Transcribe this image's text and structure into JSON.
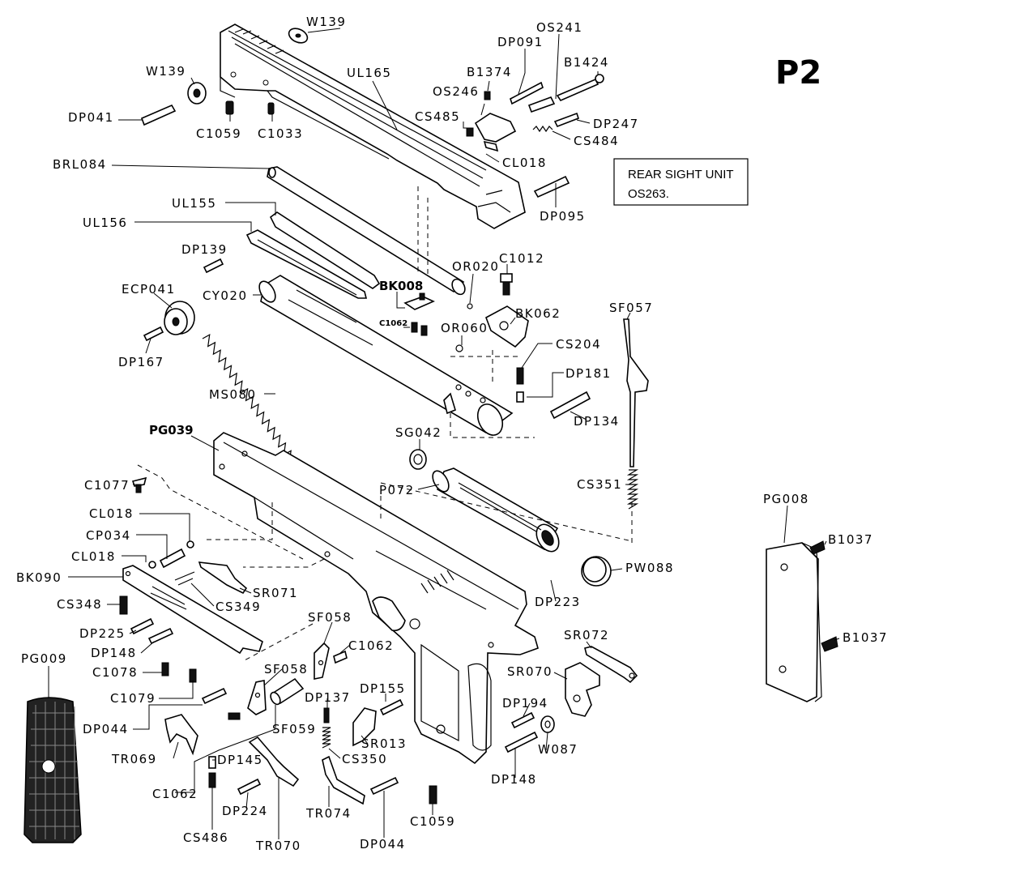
{
  "title": "P2",
  "note_box": {
    "line1": "REAR SIGHT UNIT",
    "line2": "OS263."
  },
  "labels": {
    "W139_top": "W139",
    "W139_left": "W139",
    "OS241": "OS241",
    "DP091": "DP091",
    "B1374": "B1374",
    "B1424": "B1424",
    "OS246": "OS246",
    "UL165": "UL165",
    "DP041": "DP041",
    "C1059_top": "C1059",
    "C1033": "C1033",
    "CS485": "CS485",
    "DP247": "DP247",
    "CS484": "CS484",
    "CL018_top": "CL018",
    "BRL084": "BRL084",
    "DP095": "DP095",
    "UL155": "UL155",
    "UL156": "UL156",
    "DP139": "DP139",
    "OR020": "OR020",
    "C1012": "C1012",
    "BK008": "BK008",
    "ECP041": "ECP041",
    "CY020": "CY020",
    "C1062_small": "C1062",
    "BK062": "BK062",
    "OR060": "OR060",
    "SF057": "SF057",
    "DP167": "DP167",
    "CS204": "CS204",
    "DP181": "DP181",
    "MS080": "MS080",
    "DP134": "DP134",
    "PG039": "PG039",
    "SG042": "SG042",
    "C1077": "C1077",
    "P072": "P072",
    "CS351": "CS351",
    "PG008": "PG008",
    "CL018_mid": "CL018",
    "CP034": "CP034",
    "CL018_low": "CL018",
    "B1037_top": "B1037",
    "BK090": "BK090",
    "PW088": "PW088",
    "SR071": "SR071",
    "CS348": "CS348",
    "CS349": "CS349",
    "DP223": "DP223",
    "SF058_top": "SF058",
    "DP225": "DP225",
    "SR072": "SR072",
    "C1062_mid": "C1062",
    "DP148_left": "DP148",
    "B1037_low": "B1037",
    "PG009": "PG009",
    "C1078": "C1078",
    "SF058_low": "SF058",
    "SR070": "SR070",
    "C1079": "C1079",
    "DP137": "DP137",
    "DP155": "DP155",
    "DP194": "DP194",
    "DP044_left": "DP044",
    "SF059": "SF059",
    "TR069": "TR069",
    "SR013": "SR013",
    "W087": "W087",
    "DP145": "DP145",
    "CS350": "CS350",
    "DP148_right": "DP148",
    "C1062_low": "C1062",
    "DP224": "DP224",
    "TR074": "TR074",
    "CS486": "CS486",
    "C1059_low": "C1059",
    "TR070": "TR070",
    "DP044_low": "DP044"
  }
}
